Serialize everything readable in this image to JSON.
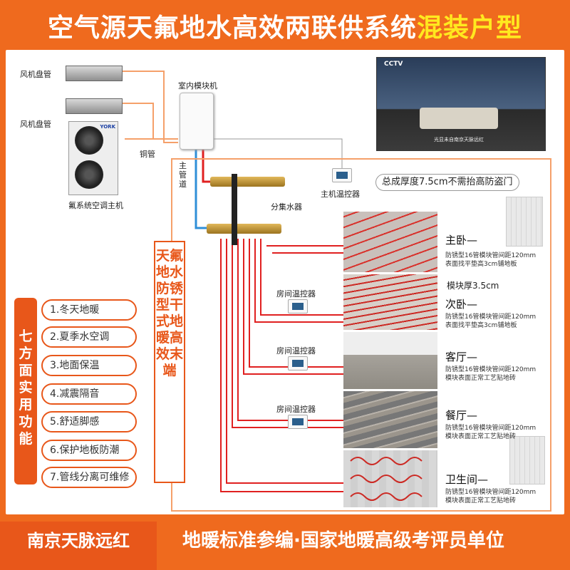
{
  "title": {
    "main": "空气源天氟地水高效两联供系统",
    "highlight": "混装户型"
  },
  "top_labels": {
    "fan_coil_1": "风机盘管",
    "fan_coil_2": "风机盘管",
    "indoor_unit": "室内模块机",
    "copper_pipe": "铜管",
    "outdoor_unit": "氟系统空调主机",
    "main_pipe": "主管道",
    "manifold": "分集水器",
    "host_thermostat": "主机温控器",
    "tv_logo": "CCTV",
    "tv_caption": "光显未自南京天脉远红",
    "york_logo": "YORK"
  },
  "thickness_note": "总成厚度7.5cm不需抬高防盗门",
  "module_thickness": "模块厚3.5cm",
  "room_thermostat_label": "房间温控器",
  "rooms": [
    {
      "name": "主卧—",
      "desc1": "防锈型16管模块管间距120mm",
      "desc2": "表面找平垫高3cm铺地板"
    },
    {
      "name": "次卧—",
      "desc1": "防锈型16管模块管间距120mm",
      "desc2": "表面找平垫高3cm铺地板"
    },
    {
      "name": "客厅—",
      "desc1": "防锈型16管模块管间距120mm",
      "desc2": "模块表面正常工艺贴地砖"
    },
    {
      "name": "餐厅—",
      "desc1": "防锈型16管模块管间距120mm",
      "desc2": "模块表面正常工艺贴地砖"
    },
    {
      "name": "卫生间—",
      "desc1": "防锈型16管模块管间距120mm",
      "desc2": "模块表面正常工艺贴地砖"
    }
  ],
  "functions_title": "七方面实用功能",
  "functions": [
    "1.冬天地暖",
    "2.夏季水空调",
    "3.地面保温",
    "4.减震隔音",
    "5.舒适脚感",
    "6.保护地板防潮",
    "7.管线分离可维修"
  ],
  "vertical_title": "天氟地水防锈型干式地暖高效末端",
  "bottom_left": "南京天脉远红",
  "bottom_right": "地暖标准参编·国家地暖高级考评员单位",
  "colors": {
    "brand_orange": "#ef6a1e",
    "accent_yellow": "#ffe91f",
    "hot_pipe": "#e02020",
    "cold_pipe": "#2f8fd8",
    "frame_line": "#f5a06a"
  }
}
